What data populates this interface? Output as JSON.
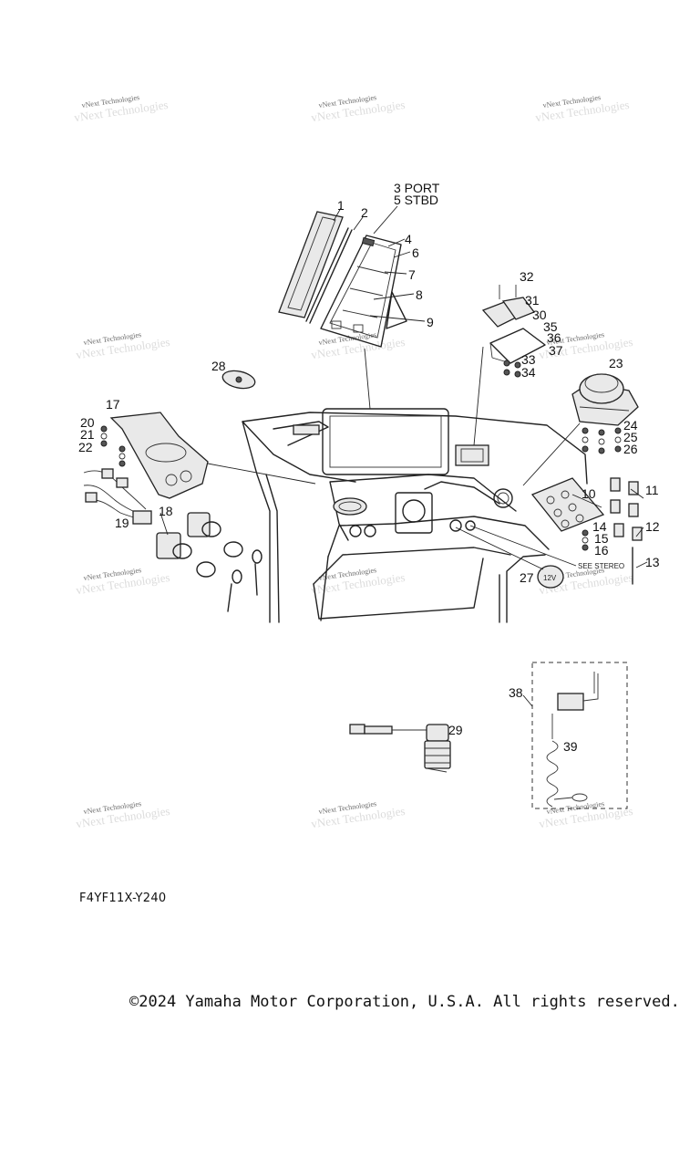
{
  "watermark": {
    "text": "vNext Technologies"
  },
  "callouts": [
    "1",
    "2",
    "3 PORT",
    "5 STBD",
    "4",
    "6",
    "7",
    "8",
    "9",
    "32",
    "31",
    "30",
    "35",
    "36",
    "37",
    "33",
    "34",
    "28",
    "23",
    "17",
    "20",
    "21",
    "22",
    "24",
    "25",
    "26",
    "11",
    "10",
    "12",
    "14",
    "15",
    "16",
    "13",
    "18",
    "19",
    "27",
    "29",
    "38",
    "39"
  ],
  "notes": {
    "see_stereo": "SEE STEREO",
    "badge_12v": "12V"
  },
  "diagram_code": "F4YF11X-Y240",
  "copyright": "©2024 Yamaha Motor Corporation, U.S.A. All rights reserved."
}
